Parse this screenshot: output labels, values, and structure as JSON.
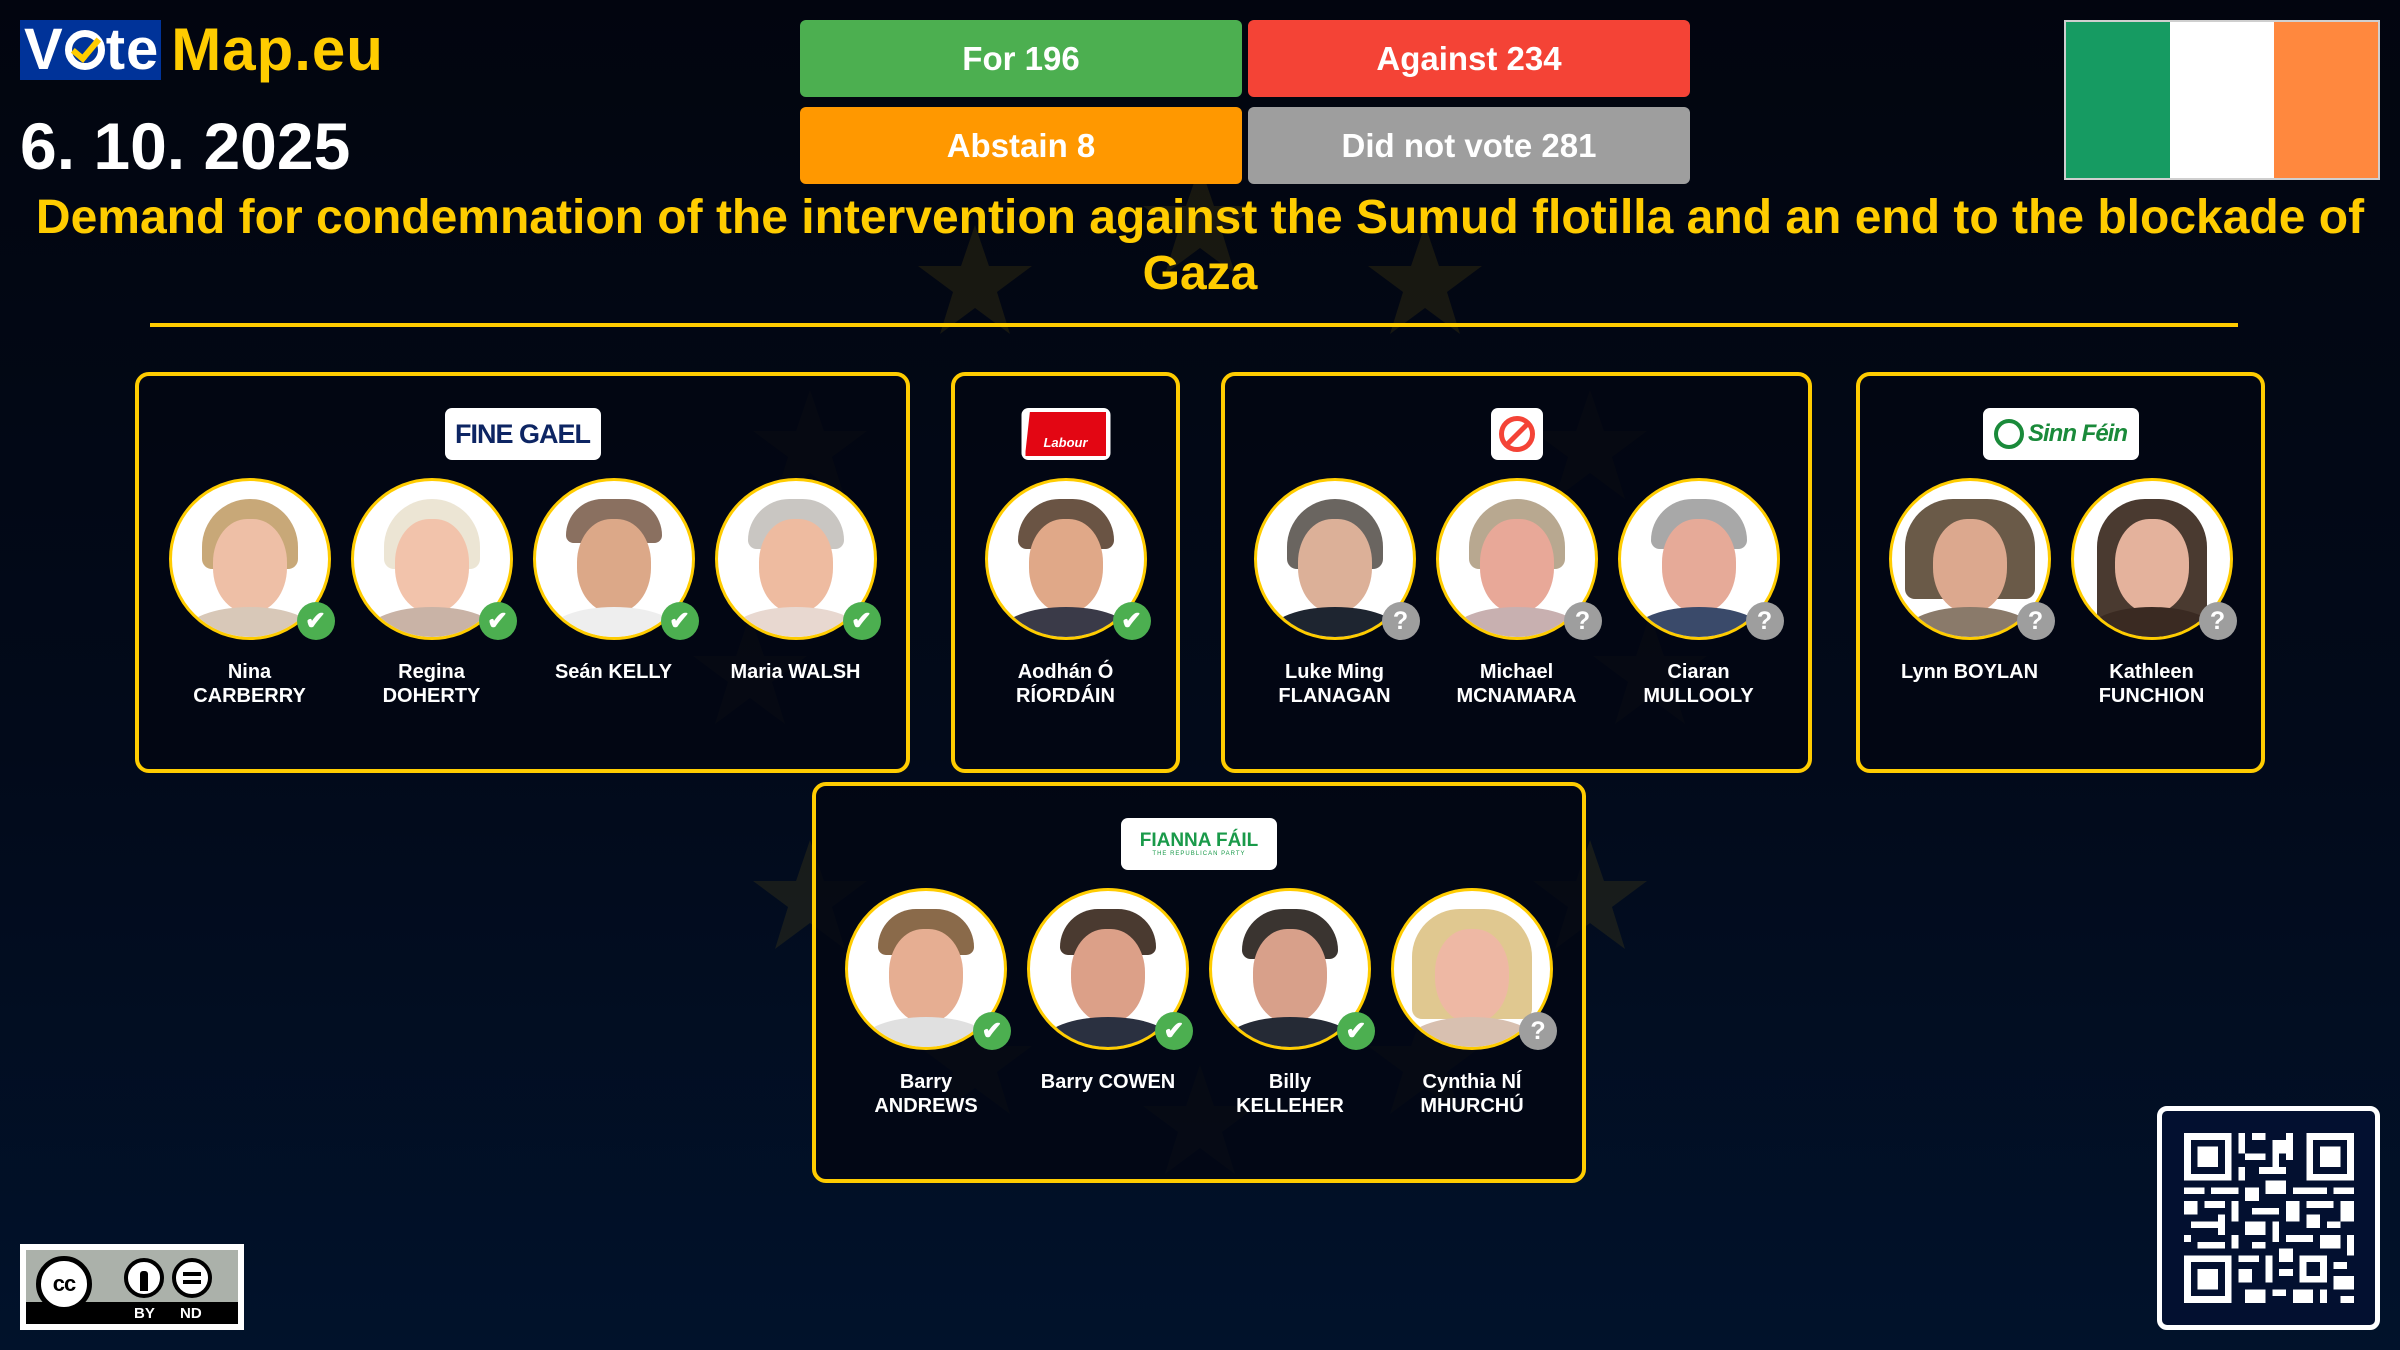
{
  "brand": {
    "part1": "V",
    "part1b": "te",
    "part2": "Map.eu"
  },
  "date": "6. 10. 2025",
  "results": {
    "for": {
      "label": "For 196",
      "color": "#4caf50"
    },
    "against": {
      "label": "Against 234",
      "color": "#f44336"
    },
    "abstain": {
      "label": "Abstain 8",
      "color": "#ff9800"
    },
    "did_not_vote": {
      "label": "Did not vote 281",
      "color": "#9e9e9e"
    }
  },
  "country_flag": {
    "name": "Ireland",
    "colors": [
      "#169b62",
      "#ffffff",
      "#ff883e"
    ]
  },
  "title": "Demand for condemnation of the intervention against the Sumud flotilla and an end to the blockade of Gaza",
  "parties": [
    {
      "name": "Fine Gael",
      "logo_text": "FINE GAEL",
      "members": [
        {
          "first": "Nina",
          "last": "CARBERRY",
          "vote": "for",
          "badge": "✔"
        },
        {
          "first": "Regina",
          "last": "DOHERTY",
          "vote": "for",
          "badge": "✔"
        },
        {
          "first": "Seán KELLY",
          "last": "",
          "vote": "for",
          "badge": "✔"
        },
        {
          "first": "Maria WALSH",
          "last": "",
          "vote": "for",
          "badge": "✔"
        }
      ]
    },
    {
      "name": "Labour",
      "logo_text": "Labour",
      "members": [
        {
          "first": "Aodhán Ó",
          "last": "RÍORDÁIN",
          "vote": "for",
          "badge": "✔"
        }
      ]
    },
    {
      "name": "Independent",
      "logo_text": "",
      "members": [
        {
          "first": "Luke Ming",
          "last": "FLANAGAN",
          "vote": "did-not-vote",
          "badge": "?"
        },
        {
          "first": "Michael",
          "last": "MCNAMARA",
          "vote": "did-not-vote",
          "badge": "?"
        },
        {
          "first": "Ciaran",
          "last": "MULLOOLY",
          "vote": "did-not-vote",
          "badge": "?"
        }
      ]
    },
    {
      "name": "Sinn Féin",
      "logo_text": "Sinn Féin",
      "members": [
        {
          "first": "Lynn BOYLAN",
          "last": "",
          "vote": "did-not-vote",
          "badge": "?"
        },
        {
          "first": "Kathleen",
          "last": "FUNCHION",
          "vote": "did-not-vote",
          "badge": "?"
        }
      ]
    },
    {
      "name": "Fianna Fáil",
      "logo_text": "FIANNA FÁIL",
      "logo_subtext": "THE REPUBLICAN PARTY",
      "members": [
        {
          "first": "Barry",
          "last": "ANDREWS",
          "vote": "for",
          "badge": "✔"
        },
        {
          "first": "Barry COWEN",
          "last": "",
          "vote": "for",
          "badge": "✔"
        },
        {
          "first": "Billy",
          "last": "KELLEHER",
          "vote": "for",
          "badge": "✔"
        },
        {
          "first": "Cynthia NÍ",
          "last": "MHURCHÚ",
          "vote": "did-not-vote",
          "badge": "?"
        }
      ]
    }
  ],
  "license": {
    "cc": "cc",
    "by": "BY",
    "nd": "ND"
  },
  "accent_color": "#ffcc00"
}
